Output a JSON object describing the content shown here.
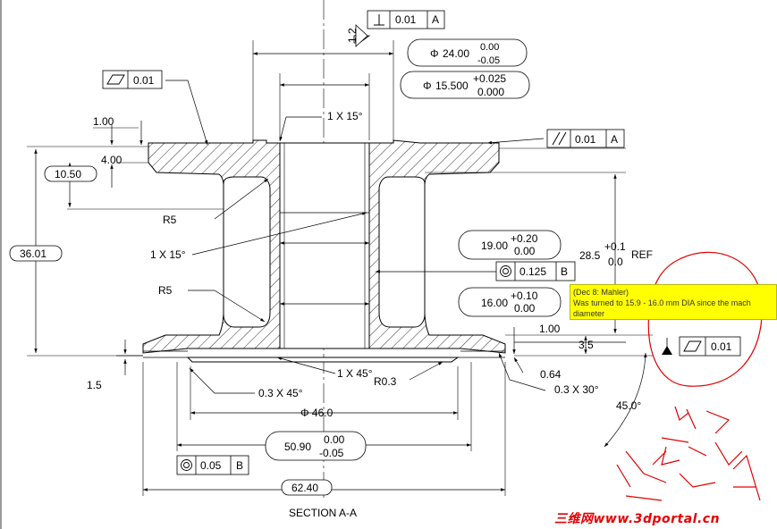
{
  "drawing": {
    "section_label": "SECTION A-A",
    "gdt": {
      "perp": {
        "symbol": "⊥",
        "tol": "0.01",
        "datum": "A"
      },
      "flat_top": {
        "symbol": "▱",
        "tol": "0.01"
      },
      "parallel": {
        "symbol": "//",
        "tol": "0.01",
        "datum": "A"
      },
      "concentric_inner": {
        "symbol": "◎",
        "tol": "0.125",
        "datum": "B"
      },
      "flat_bottom": {
        "symbol": "▱",
        "tol": "0.01"
      },
      "concentric_outer": {
        "symbol": "◎",
        "tol": "0.05",
        "datum": "B"
      },
      "perp_height": "1.2"
    },
    "dims": {
      "d24": {
        "prefix": "Φ",
        "value": "24.00",
        "upper": "0.00",
        "lower": "-0.05"
      },
      "d15_5": {
        "prefix": "Φ",
        "value": "15.500",
        "upper": "+0.025",
        "lower": "0.000"
      },
      "d19": {
        "value": "19.00",
        "upper": "+0.20",
        "lower": "0.00"
      },
      "d16": {
        "value": "16.00",
        "upper": "+0.10",
        "lower": "0.00"
      },
      "d50_9": {
        "value": "50.90",
        "upper": "0.00",
        "lower": "-0.05"
      },
      "d46": "Φ 46.0",
      "d62_4": "62.40",
      "d36_01": "36.01",
      "d10_50": "10.50",
      "d1_00_top": "1.00",
      "d4_00": "4.00",
      "chamfer_top": "1 X 15°",
      "r5_upper": "R5",
      "chamfer_mid": "1 X 15°",
      "r5_lower": "R5",
      "d28_5": "28.5",
      "d28_5_upper": "+0.1",
      "d28_5_lower": "0.0",
      "ref": "REF",
      "d1_00_right": "1.00",
      "d3_5": "3.5",
      "d0_64": "0.64",
      "chamfer_30": "0.3 X 30°",
      "angle_45": "45.0°",
      "d1_5": "1.5",
      "chamfer_45_left": "0.3 X 45°",
      "chamfer_bore": "1 X 45°",
      "r0_3": "R0.3"
    }
  },
  "note": {
    "header": "(Dec 8: Mahler)",
    "line1": "Was turned to 15.9 - 16.0 mm DIA since the mach",
    "line2": "diameter"
  },
  "watermark": "三维网www.3dportal.cn"
}
